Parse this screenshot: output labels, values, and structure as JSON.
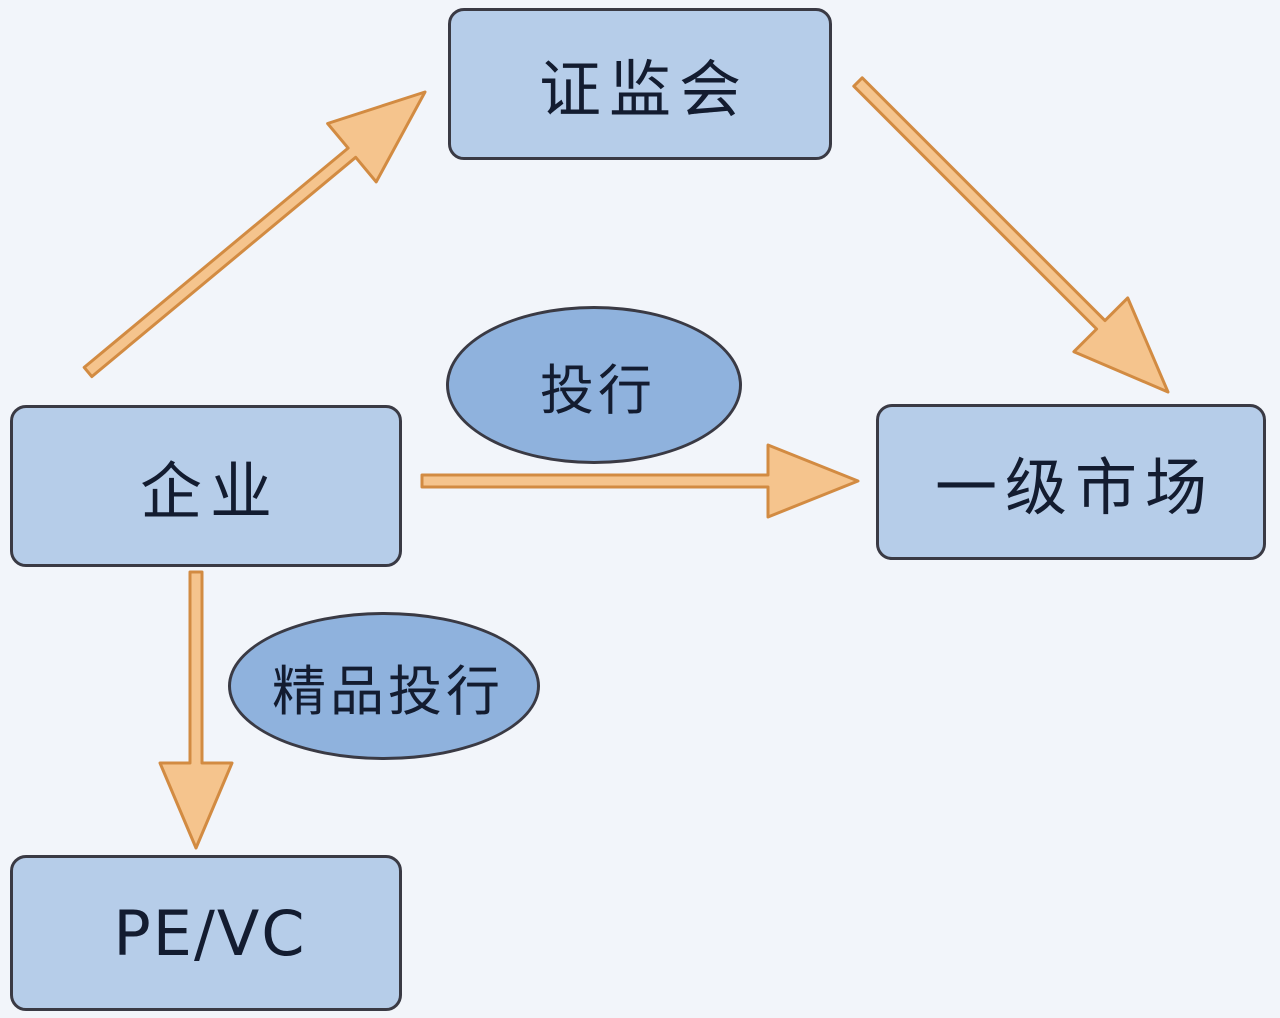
{
  "nodes": {
    "csrc": {
      "label": "证监会",
      "shape": "rounded-rect"
    },
    "enterprise": {
      "label": "企业",
      "shape": "rounded-rect"
    },
    "primary_market": {
      "label": "一级市场",
      "shape": "rounded-rect"
    },
    "pe_vc": {
      "label": "PE/VC",
      "shape": "rounded-rect"
    },
    "investment_bank": {
      "label": "投行",
      "shape": "ellipse"
    },
    "boutique_investment_bank": {
      "label": "精品投行",
      "shape": "ellipse"
    }
  },
  "edges": [
    {
      "from": "enterprise",
      "to": "csrc"
    },
    {
      "from": "csrc",
      "to": "primary_market"
    },
    {
      "from": "enterprise",
      "to": "primary_market",
      "via": "investment_bank"
    },
    {
      "from": "enterprise",
      "to": "pe_vc",
      "via": "boutique_investment_bank"
    }
  ],
  "colors": {
    "background": "#f2f5fa",
    "node_fill": "#b6cde9",
    "ellipse_fill": "#8fb2dd",
    "node_border": "#3a3a44",
    "arrow_fill": "#f5c48d",
    "arrow_stroke": "#d28b42",
    "text": "#131c30"
  }
}
